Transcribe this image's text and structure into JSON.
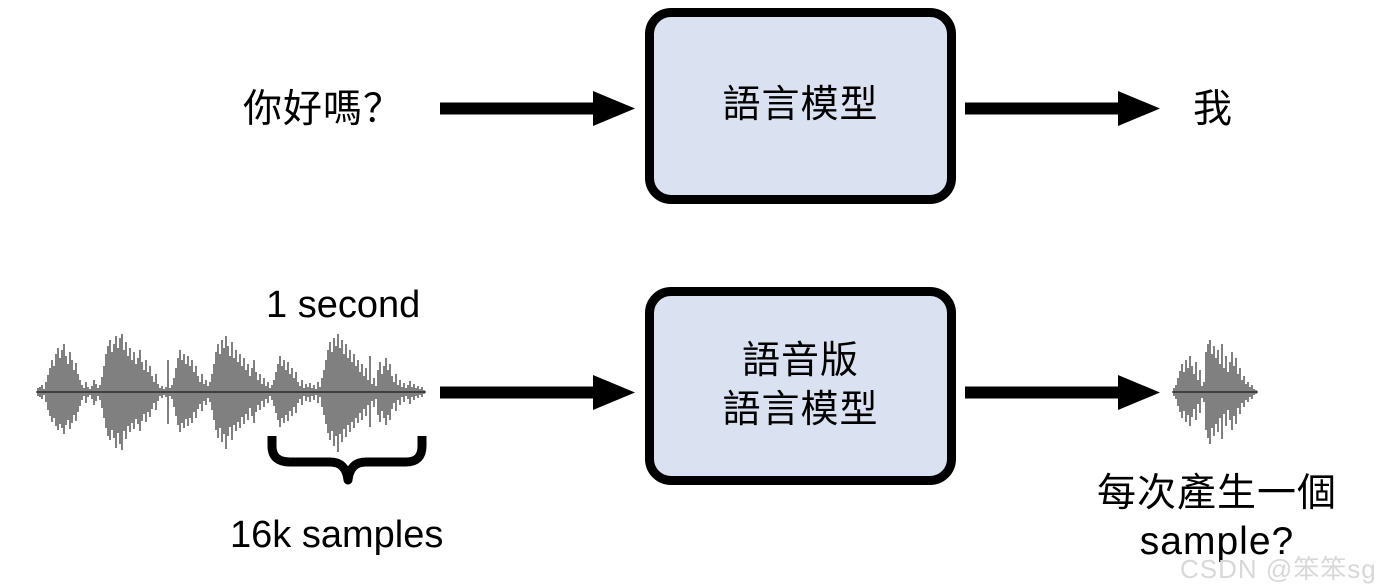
{
  "figure": {
    "title_text_top_input": "你好嗎？",
    "title_text_top_output": "我"
  },
  "top_row": {
    "input_label": "你好嗎？",
    "model_box_label": "語言模型",
    "output_label": "我",
    "box_fill_color": "#dae1f0",
    "box_border_color": "#000000",
    "arrow_color": "#000000"
  },
  "bottom_row": {
    "duration_label": "1 second",
    "samples_label": "16k samples",
    "model_box_label": "語音版\n語言模型",
    "output_question": "每次產生一個\nsample?",
    "input_waveform_name": "speech-waveform-input",
    "output_waveform_name": "speech-waveform-output",
    "box_fill_color": "#dae1f0",
    "box_border_color": "#000000",
    "arrow_color": "#000000"
  },
  "watermark": {
    "text": "CSDN @笨笨sg",
    "color": "#d8d8d8"
  },
  "icons": {
    "arrow_right": "arrow-right-icon",
    "brace_down": "curly-brace-down-icon",
    "waveform": "waveform-icon"
  }
}
